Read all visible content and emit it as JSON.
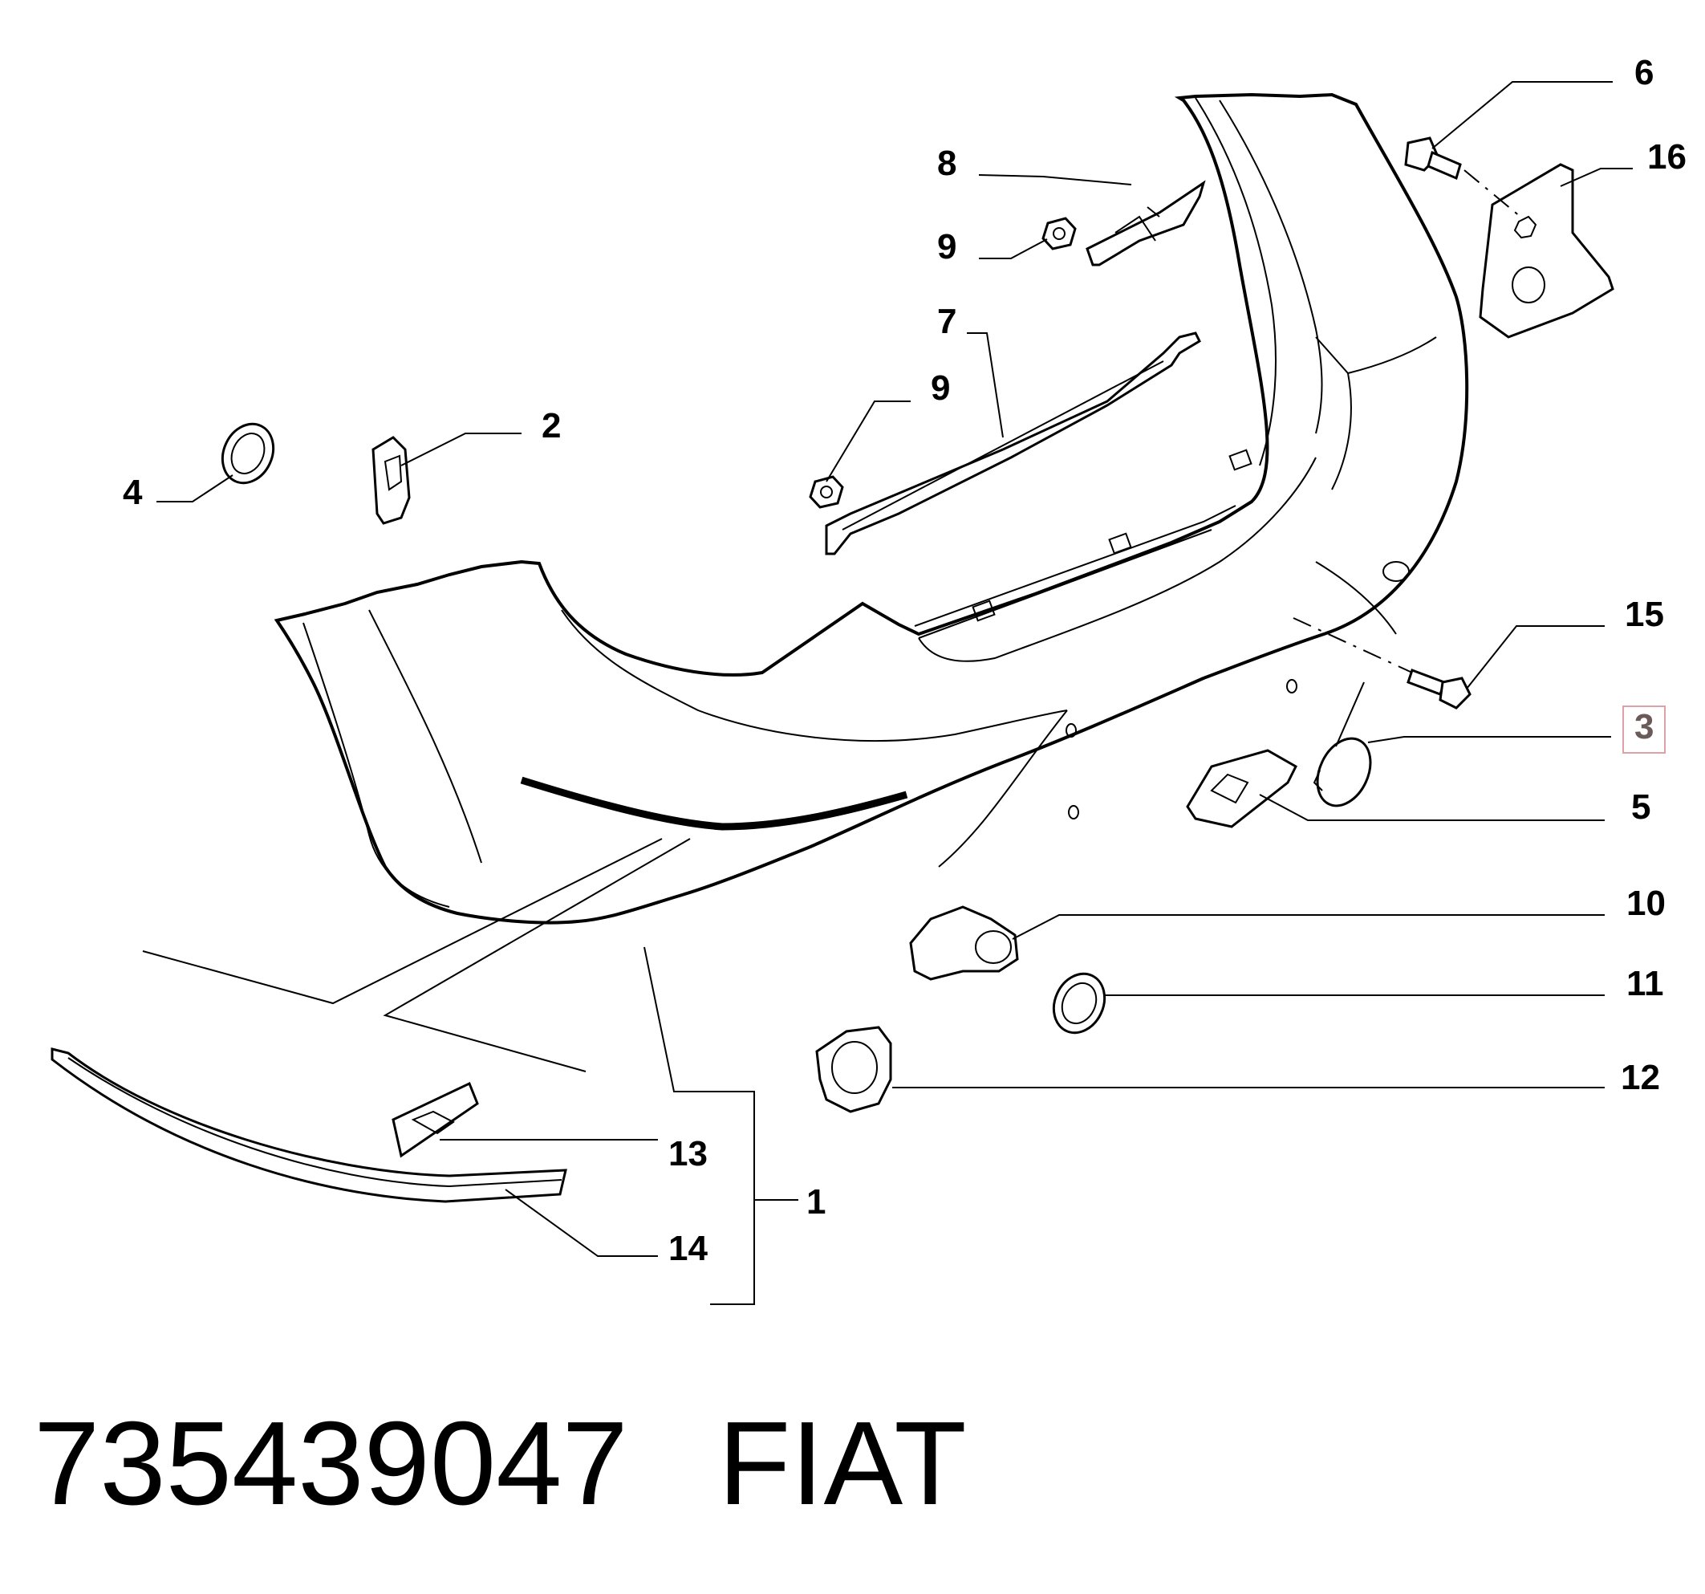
{
  "diagram": {
    "part_labels": {
      "p1": "1",
      "p2": "2",
      "p3": "3",
      "p4": "4",
      "p5": "5",
      "p6": "6",
      "p7": "7",
      "p8": "8",
      "p9a": "9",
      "p9b": "9",
      "p10": "10",
      "p11": "11",
      "p12": "12",
      "p13": "13",
      "p14": "14",
      "p15": "15",
      "p16": "16"
    },
    "highlight_color": "#e0a0a8"
  },
  "footer": {
    "part_number": "735439047",
    "brand": "FIAT"
  }
}
